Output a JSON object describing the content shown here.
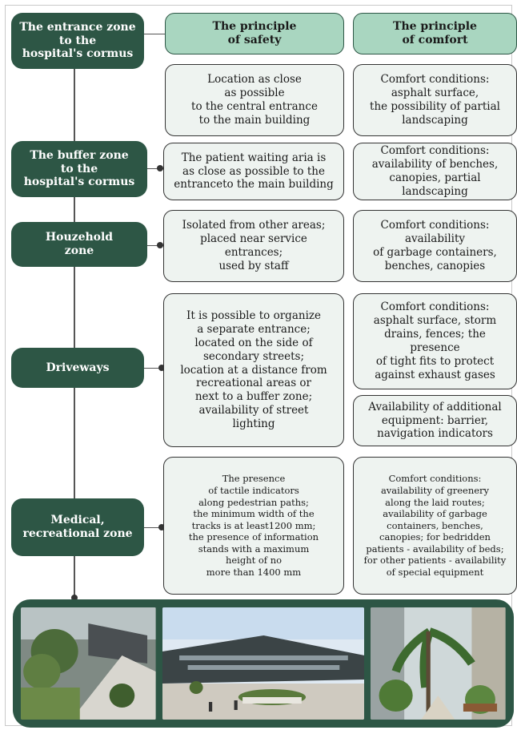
{
  "headers": {
    "safety": "The principle\nof safety",
    "comfort": "The principle\nof comfort"
  },
  "zones": [
    {
      "name": "The entrance zone\nto the\nhospital's cormus",
      "safety": "Location as close\nas possible\nto the central entrance\nto the main building",
      "comfort": "Comfort conditions:\nasphalt surface,\nthe possibility of partial\nlandscaping"
    },
    {
      "name": "The buffer zone\nto the\nhospital's cormus",
      "safety": "The patient waiting aria is\nas close as possible to the\nentranceto the main building",
      "comfort": "Comfort conditions:\navailability of benches,\ncanopies, partial landscaping"
    },
    {
      "name": "Houzehold\nzone",
      "safety": "Isolated from other areas;\nplaced near service\nentrances;\nused by staff",
      "comfort": "Comfort conditions:\navailability\nof garbage containers,\nbenches, canopies"
    },
    {
      "name": "Driveways",
      "safety": "It is possible to organize\na separate entrance;\nlocated on the side of\nsecondary streets;\nlocation at a distance from\nrecreational areas or\nnext to a buffer zone;\navailability of street\nlighting",
      "comfort": "Comfort conditions:\nasphalt surface, storm\ndrains, fences; the presence\nof tight fits to protect\nagainst exhaust gases",
      "comfort_extra": "Availability of additional\nequipment: barrier,\nnavigation indicators"
    },
    {
      "name": "Medical,\nrecreational zone",
      "safety": "The presence\nof tactile indicators\nalong pedestrian paths;\nthe minimum width of the\ntracks is at least1200 mm;\nthe presence of information\nstands with a maximum\nheight of no\nmore than 1400 mm",
      "comfort": "Comfort conditions:\navailability of greenery\nalong the laid routes;\navailability of garbage\ncontainers, benches,\ncanopies; for bedridden\npatients - availability of beds;\nfor other patients - availability\nof special equipment"
    }
  ],
  "photos": [
    "rooftop-garden-photo",
    "hospital-courtyard-photo",
    "tropical-garden-photo"
  ],
  "colors": {
    "zone_bg": "#2d5645",
    "header_bg": "#a9d6c0",
    "box_bg": "#eef3f0"
  }
}
